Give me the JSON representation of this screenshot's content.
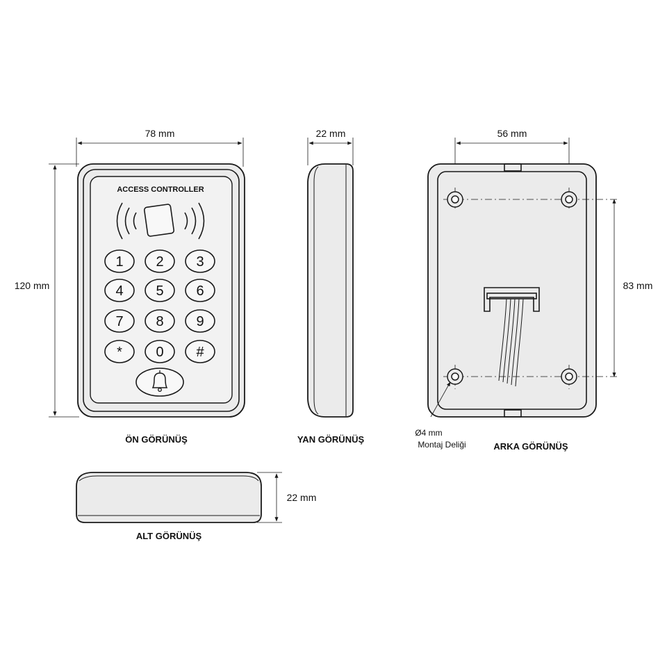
{
  "front": {
    "brand_text": "ACCESS CONTROLLER",
    "keys": [
      "1",
      "2",
      "3",
      "4",
      "5",
      "6",
      "7",
      "8",
      "9",
      "*",
      "0",
      "#"
    ],
    "width_label": "78 mm",
    "height_label": "120 mm",
    "caption": "ÖN GÖRÜNÜŞ"
  },
  "side": {
    "width_label": "22 mm",
    "caption": "YAN GÖRÜNÜŞ"
  },
  "back": {
    "hole_spacing_x_label": "56 mm",
    "hole_spacing_y_label": "83 mm",
    "hole_diameter_label": "Ø4 mm",
    "hole_note_label": "Montaj Deliği",
    "caption": "ARKA GÖRÜNÜŞ"
  },
  "bottom": {
    "height_label": "22 mm",
    "caption": "ALT GÖRÜNÜŞ"
  },
  "icons": [
    "rfid-card-icon",
    "rfid-wave-left-icon",
    "rfid-wave-right-icon",
    "doorbell-icon"
  ]
}
